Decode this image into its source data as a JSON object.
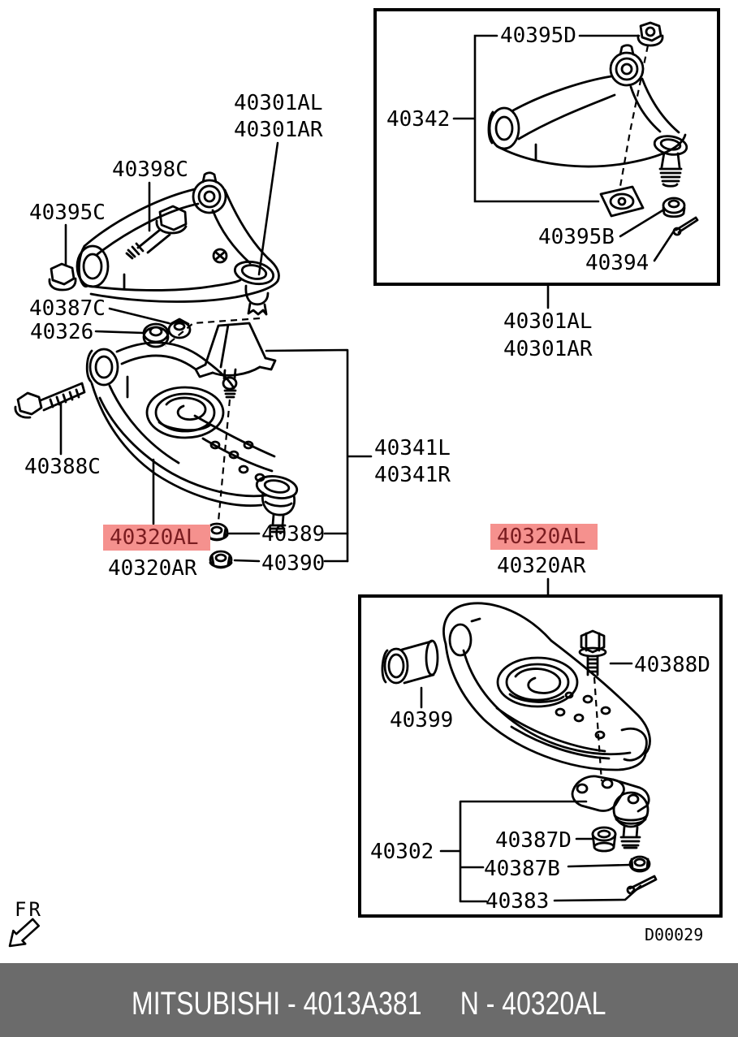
{
  "diagram": {
    "code": "D00029",
    "direction_indicator": "FR",
    "highlight": {
      "bg": "#f5918e",
      "text_color": "#7a1c20",
      "highlighted_part": "40320AL"
    },
    "parts": {
      "40301AL": "40301AL",
      "40301AR": "40301AR",
      "40398C": "40398C",
      "40395C": "40395C",
      "40387C": "40387C",
      "40326": "40326",
      "40388C": "40388C",
      "40320AL": "40320AL",
      "40320AR": "40320AR",
      "40389": "40389",
      "40390": "40390",
      "40341L": "40341L",
      "40341R": "40341R",
      "40395D": "40395D",
      "40342": "40342",
      "40395B": "40395B",
      "40394": "40394",
      "40388D": "40388D",
      "40399": "40399",
      "40302": "40302",
      "40387D": "40387D",
      "40387B": "40387B",
      "40383": "40383"
    }
  },
  "footer": {
    "left_text": "MITSUBISHI - 4013A381",
    "right_text": "N - 40320AL",
    "bg_color": "#6b6b6b",
    "text_color": "#ffffff"
  }
}
